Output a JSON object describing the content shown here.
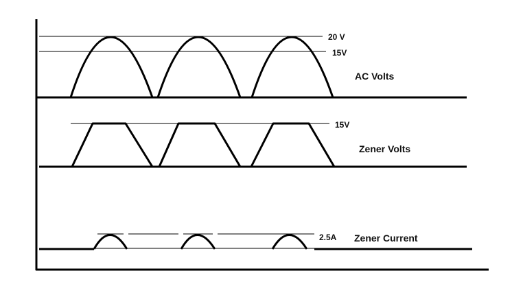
{
  "labels": {
    "ac_20v": "20 V",
    "ac_15v": "15V",
    "ac_title": "AC Volts",
    "zener_15v": "15V",
    "zener_title": "Zener Volts",
    "current_level": "2.5A",
    "current_title": "Zener Current"
  },
  "colors": {
    "line": "#000000",
    "background": "#ffffff"
  }
}
